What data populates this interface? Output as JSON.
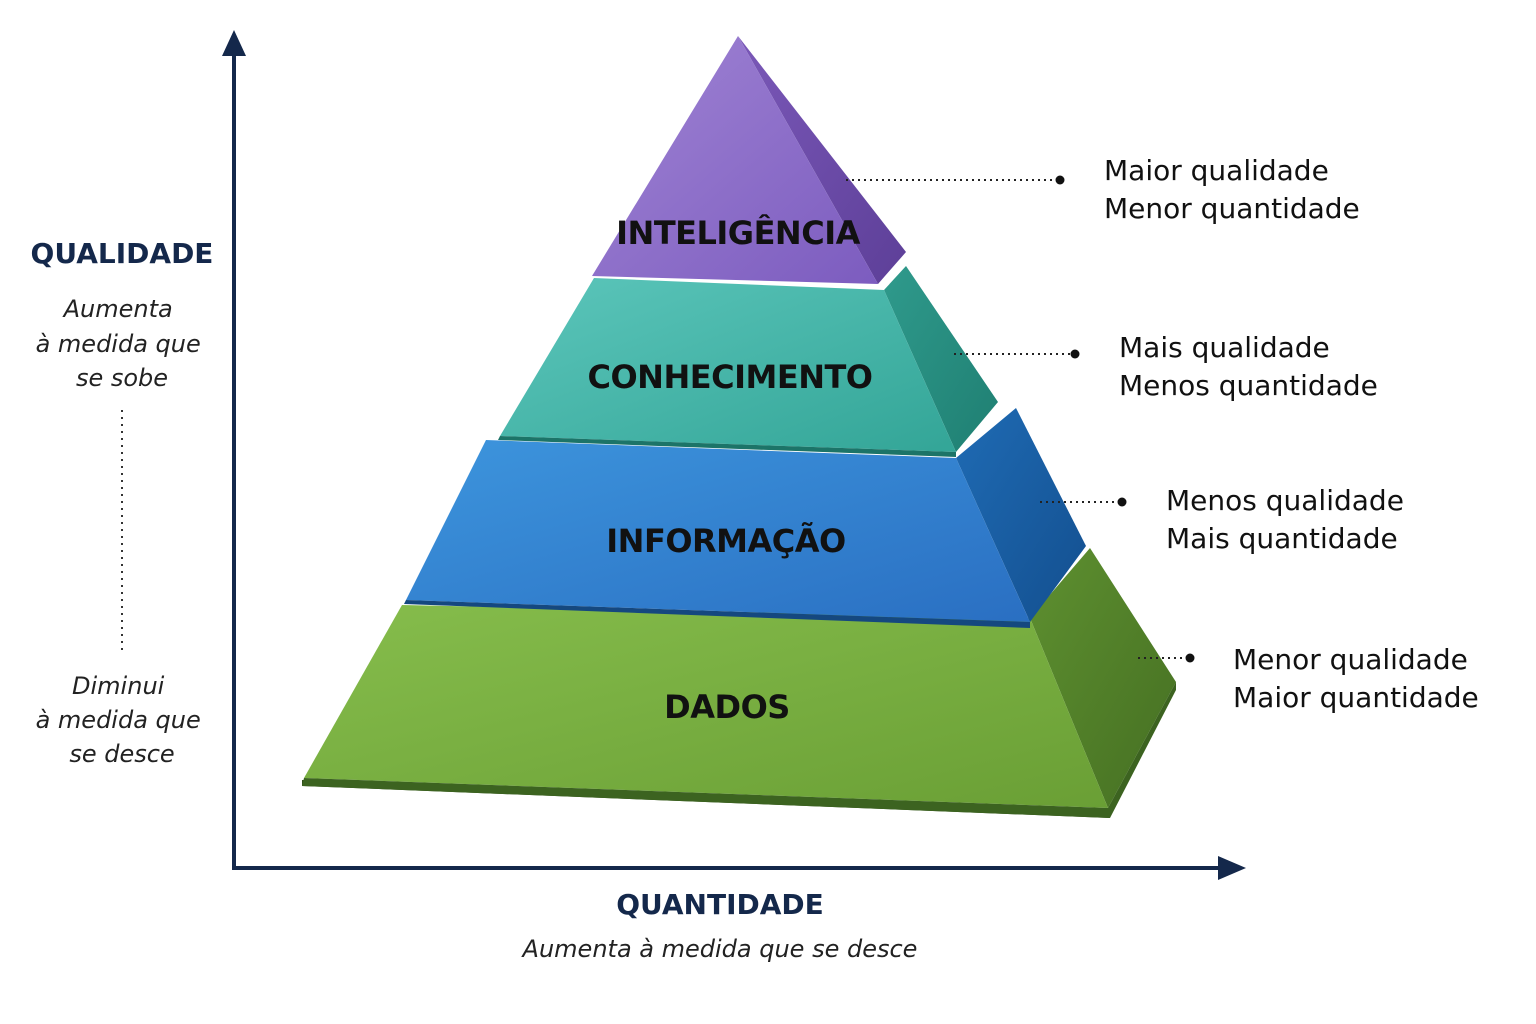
{
  "colors": {
    "axis": "#14284b",
    "inteligencia": "#8a6cc8",
    "conhecimento": "#3fb3a6",
    "informacao": "#2e7fd0",
    "dados": "#72ab3e"
  },
  "y_axis": {
    "title": "QUALIDADE",
    "top_text": [
      "Aumenta",
      "à medida que",
      "se sobe"
    ],
    "bottom_text": [
      "Diminui",
      "à medida que",
      "se desce"
    ]
  },
  "x_axis": {
    "title": "QUANTIDADE",
    "subtitle": "Aumenta à medida que se desce"
  },
  "levels": [
    {
      "key": "inteligencia",
      "label": "INTELIGÊNCIA",
      "annotation": [
        "Maior qualidade",
        "Menor quantidade"
      ]
    },
    {
      "key": "conhecimento",
      "label": "CONHECIMENTO",
      "annotation": [
        "Mais qualidade",
        "Menos quantidade"
      ]
    },
    {
      "key": "informacao",
      "label": "INFORMAÇÃO",
      "annotation": [
        "Menos qualidade",
        "Mais quantidade"
      ]
    },
    {
      "key": "dados",
      "label": "DADOS",
      "annotation": [
        "Menor qualidade",
        "Maior quantidade"
      ]
    }
  ]
}
